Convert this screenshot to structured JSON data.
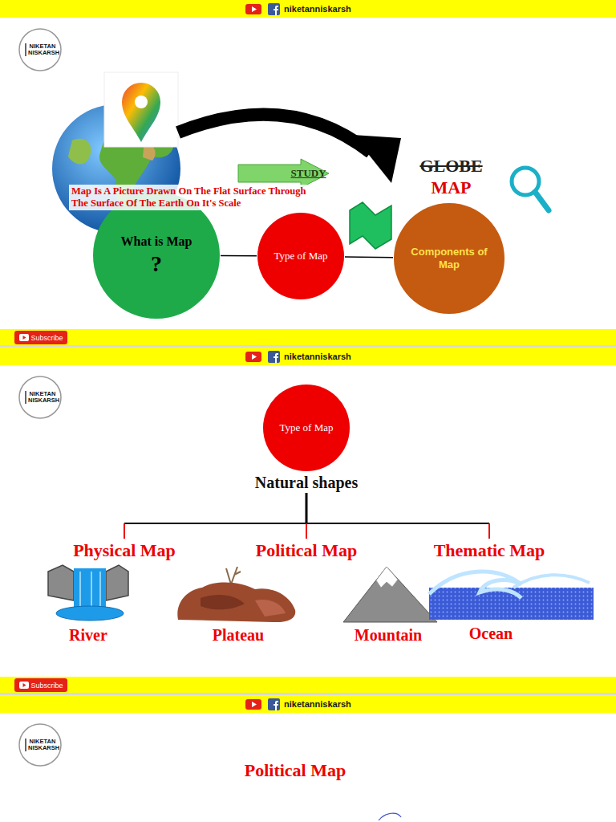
{
  "diagram": {
    "nodes": [
      {
        "text": [
          "niketanniskarsh"
        ]
      },
      {
        "text": [
          "NIKETAN NISKARSH"
        ]
      },
      {
        "text": [
          "STUDY"
        ]
      },
      {
        "text": [
          "What is Map",
          "?"
        ]
      },
      {
        "text": [
          "Type of Map"
        ]
      },
      {
        "text": [
          "Components of Map"
        ]
      },
      {
        "text": [
          "Subscribe"
        ]
      },
      {
        "text": [
          "niketanniskarsh"
        ]
      },
      {
        "text": [
          "NIKETAN NISKARSH"
        ]
      },
      {
        "text": [
          "Type of Map"
        ]
      },
      {
        "text": [
          "Subscribe"
        ]
      },
      {
        "text": [
          "niketanniskarsh"
        ]
      },
      {
        "text": [
          "NIKETAN NISKARSH"
        ]
      }
    ],
    "edges": [
      {
        "from": 3,
        "to": 4,
        "arrow": "none"
      },
      {
        "from": 4,
        "to": 5,
        "arrow": "none"
      }
    ],
    "labels": [
      "GLOBE",
      "MAP",
      "Map Is A Picture Drawn On The Flat Surface Through The Surface Of The Earth On It's Scale",
      "Natural shapes",
      "Physical Map",
      "Political Map",
      "Thematic Map",
      "River",
      "Plateau",
      "Mountain",
      "Ocean",
      "Political Map"
    ]
  }
}
